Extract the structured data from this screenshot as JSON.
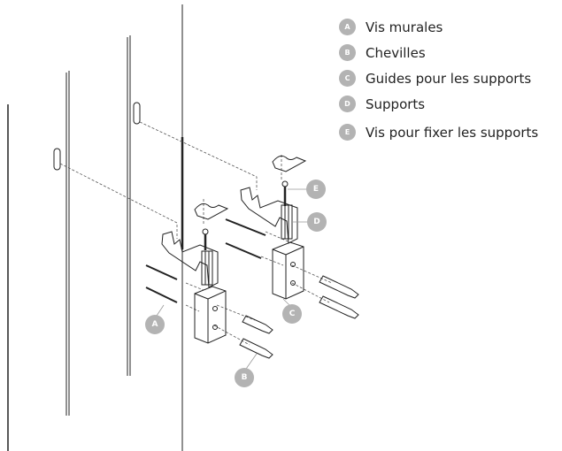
{
  "legend": [
    {
      "key": "A",
      "label": "Vis murales"
    },
    {
      "key": "B",
      "label": "Chevilles"
    },
    {
      "key": "C",
      "label": "Guides pour les supports"
    },
    {
      "key": "D",
      "label": "Supports"
    },
    {
      "key": "E",
      "label": "Vis pour fixer les supports"
    }
  ],
  "callouts": {
    "a": "A",
    "b": "B",
    "c": "C",
    "d": "D",
    "e": "E"
  },
  "colors": {
    "badge": "#b3b3b3",
    "line": "#222222"
  }
}
